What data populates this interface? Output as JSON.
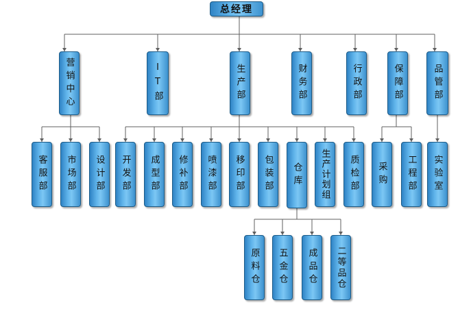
{
  "root": "总经理",
  "departments": [
    {
      "label": "营销中心",
      "children": [
        "客服部",
        "市场部",
        "设计部"
      ]
    },
    {
      "label": "IT部",
      "children": []
    },
    {
      "label": "生产部",
      "children": [
        "开发部",
        "成型部",
        "修补部",
        "喷漆部",
        "移印部",
        "包装部",
        "仓库",
        "生产计划组",
        "质检部"
      ]
    },
    {
      "label": "财务部",
      "children": []
    },
    {
      "label": "行政部",
      "children": []
    },
    {
      "label": "保障部",
      "children": [
        "采购",
        "工程部"
      ]
    },
    {
      "label": "品管部",
      "children": [
        "实验室"
      ]
    }
  ],
  "warehouse": {
    "label": "仓库",
    "children": [
      "原料仓",
      "五金仓",
      "成品仓",
      "二等品仓"
    ]
  },
  "colors": {
    "line": "#5f5f5f",
    "box_border": "#1b5a86"
  }
}
